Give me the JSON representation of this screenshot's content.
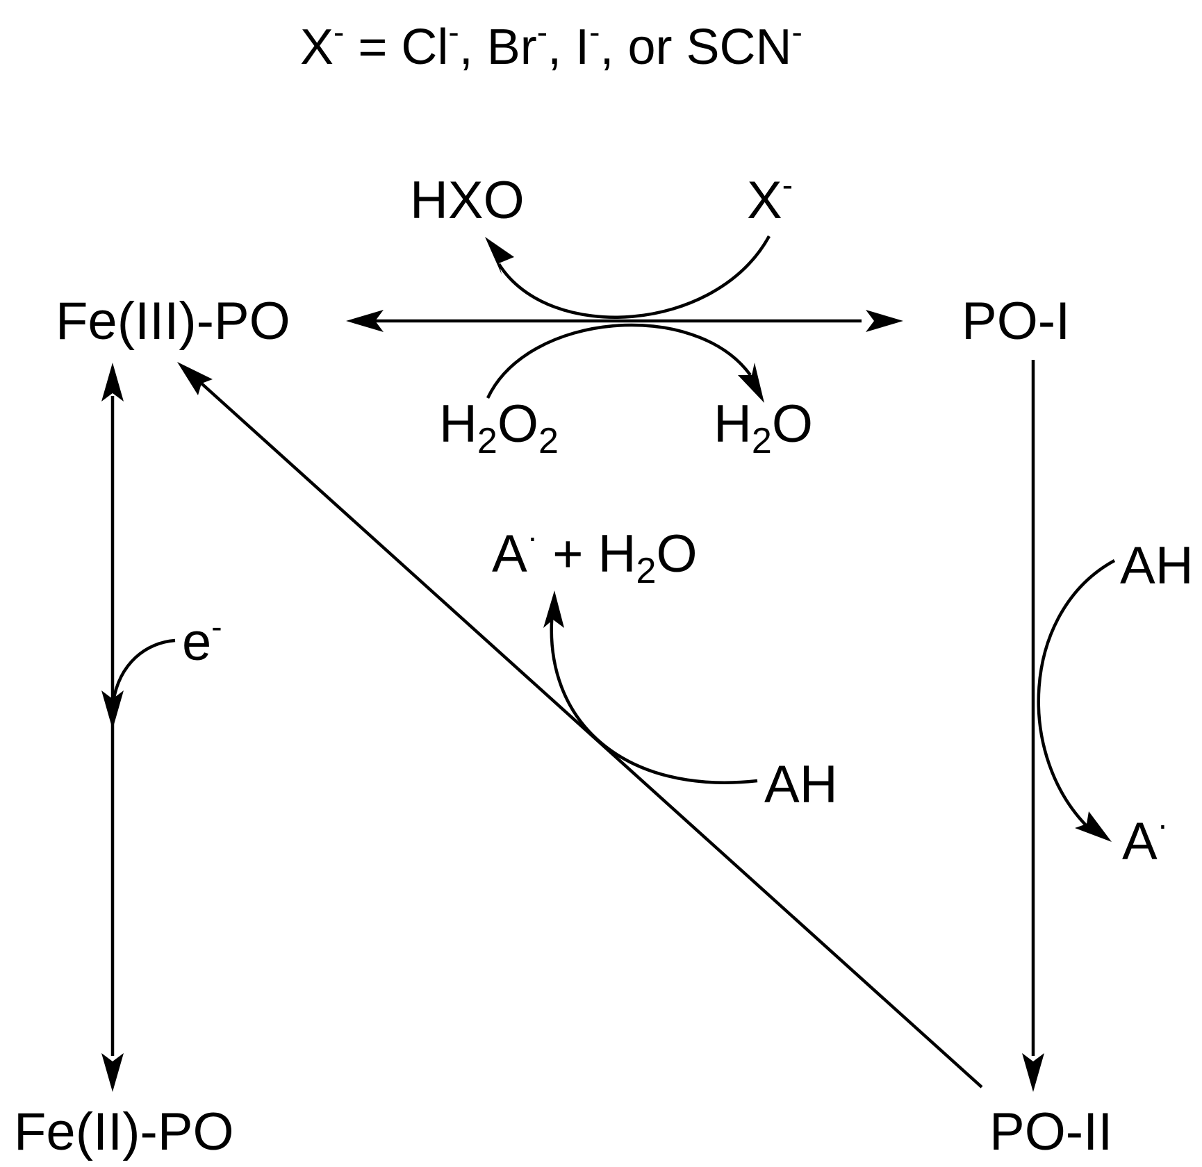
{
  "definition": {
    "x_symbol": "X",
    "x_charge": "-",
    "equals": " = ",
    "cl": "Cl",
    "cl_charge": "-",
    "sep1": ", ",
    "br": "Br",
    "br_charge": "-",
    "sep2": ", ",
    "i": "I",
    "i_charge": "-",
    "or": ", or ",
    "scn": "SCN",
    "scn_charge": "-"
  },
  "species": {
    "fe3_po": "Fe(III)-PO",
    "po_i": "PO-I",
    "fe2_po": "Fe(II)-PO",
    "po_ii": "PO-II"
  },
  "reagents": {
    "hxo": "HXO",
    "x_minus": "X",
    "x_minus_charge": "-",
    "h2o2_h1": "H",
    "h2o2_sub1": "2",
    "h2o2_o": "O",
    "h2o2_sub2": "2",
    "h2o_top_h": "H",
    "h2o_top_sub": "2",
    "h2o_top_o": "O",
    "a_rad_h2o_a": "A",
    "a_rad_h2o_dot": "·",
    "a_rad_h2o_plus": " + H",
    "a_rad_h2o_sub": "2",
    "a_rad_h2o_o": "O",
    "ah_middle": "AH",
    "ah_right": "AH",
    "a_rad_right": "A",
    "a_rad_right_dot": "·",
    "electron": "e",
    "electron_charge": "-"
  }
}
